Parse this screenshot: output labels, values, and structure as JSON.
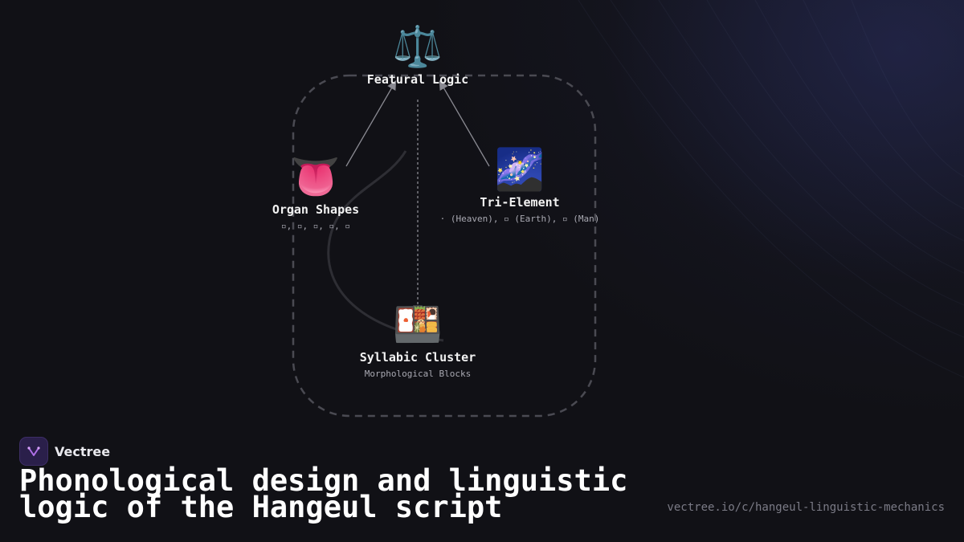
{
  "diagram": {
    "nodes": {
      "featural": {
        "icon": "balance-scale-icon",
        "emoji": "⚖️",
        "label": "Featural Logic",
        "sub": ""
      },
      "organ": {
        "icon": "tongue-icon",
        "emoji": "👅",
        "label": "Organ Shapes",
        "sub": "▫, ▫, ▫, ▫, ▫"
      },
      "tri": {
        "icon": "milky-way-icon",
        "emoji": "🌌",
        "label": "Tri-Element",
        "sub": "· (Heaven), ▫ (Earth), ▫ (Man)"
      },
      "syllabic": {
        "icon": "bento-box-icon",
        "emoji": "🍱",
        "label": "Syllabic Cluster",
        "sub": "Morphological Blocks"
      }
    }
  },
  "footer": {
    "brand": "Vectree",
    "title": "Phonological design and linguistic logic of the Hangeul script",
    "url": "vectree.io/c/hangeul-linguistic-mechanics"
  },
  "colors": {
    "background": "#111116",
    "accent": "#7a4cc2",
    "edge": "#8a8a92"
  }
}
